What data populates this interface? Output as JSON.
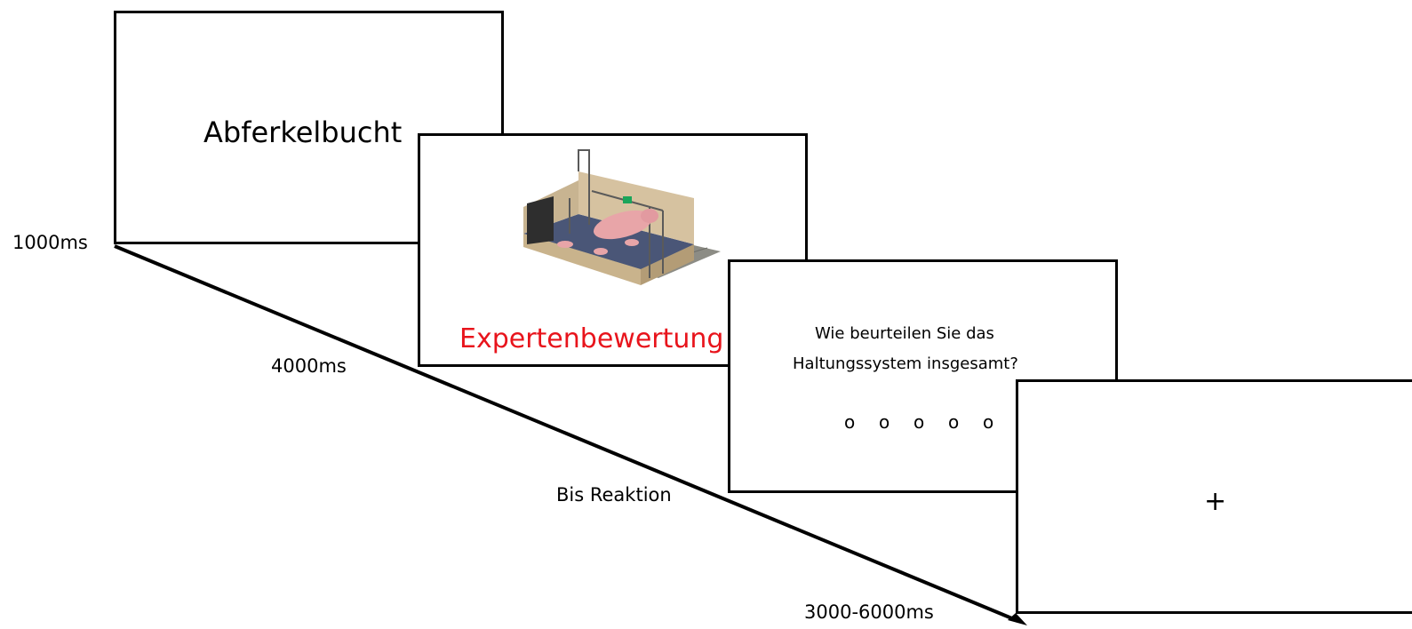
{
  "screens": {
    "word": {
      "text": "Abferkelbucht"
    },
    "picture": {
      "caption": "Expertenbewertung",
      "caption_color": "#e8141c",
      "image": "farrowing-pen-with-sow-and-piglets"
    },
    "question": {
      "line1": "Wie beurteilen Sie das",
      "line2": "Haltungssystem insgesamt?",
      "options": [
        "o",
        "o",
        "o",
        "o",
        "o"
      ]
    },
    "fixation": {
      "symbol": "+"
    }
  },
  "timeline": {
    "t1": "1000ms",
    "t2": "4000ms",
    "t3": "Bis Reaktion",
    "t4": "3000-6000ms"
  }
}
